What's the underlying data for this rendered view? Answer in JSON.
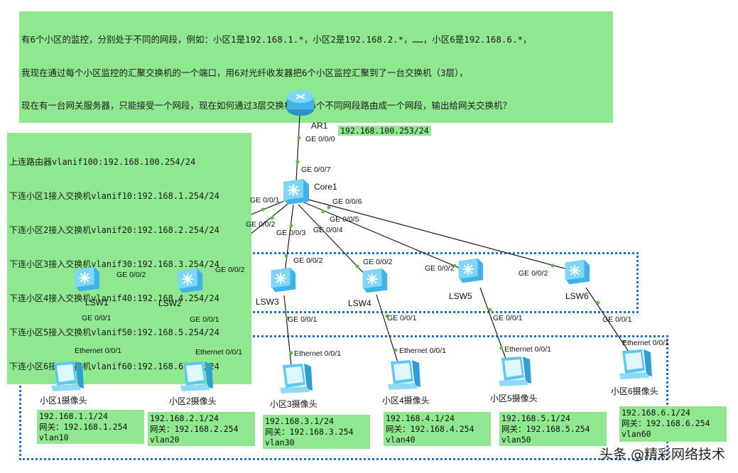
{
  "question": {
    "line1": "有6个小区的监控，分别处于不同的网段，例如：小区1是192.168.1.*，小区2是192.168.2.*，……，小区6是192.168.6.*，",
    "line2": "我现在通过每个小区监控的汇聚交换机的一个端口，用6对光纤收发器把6个小区监控汇聚到了一台交换机（3层），",
    "line3": "现在有一台网关服务器，只能接受一个网段，现在如何通过3层交换机，把6个不同网段路由成一个网段，输出给网关交换机？"
  },
  "core_config": [
    "上连路由器vlanif100:192.168.100.254/24",
    "下连小区1接入交换机vlanif10:192.168.1.254/24",
    "下连小区2接入交换机vlanif20:192.168.2.254/24",
    "下连小区3接入交换机vlanif30:192.168.3.254/24",
    "下连小区4接入交换机vlanif40:192.168.4.254/24",
    "下连小区5接入交换机vlanif50:192.168.5.254/24",
    "下连小区6接入交换机vlanif60:192.168.6.254/24"
  ],
  "router": {
    "name": "AR1",
    "ip": "192.168.100.253/24",
    "port": "GE 0/0/0"
  },
  "core": {
    "name": "Core1",
    "uplink_port": "GE 0/0/7",
    "ports": [
      "GE 0/0/1",
      "GE 0/0/2",
      "GE 0/0/3",
      "GE 0/0/4",
      "GE 0/0/5",
      "GE 0/0/6"
    ]
  },
  "switches": [
    {
      "name": "LSW1",
      "up_port": "GE 0/0/2",
      "down_port": "GE 0/0/1"
    },
    {
      "name": "LSW2",
      "up_port": "GE 0/0/2",
      "down_port": "GE 0/0/1"
    },
    {
      "name": "LSW3",
      "up_port": "GE 0/0/2",
      "down_port": "GE 0/0/1"
    },
    {
      "name": "LSW4",
      "up_port": "GE 0/0/2",
      "down_port": "GE 0/0/1"
    },
    {
      "name": "LSW5",
      "up_port": "GE 0/0/2",
      "down_port": "GE 0/0/1"
    },
    {
      "name": "LSW6",
      "up_port": "GE 0/0/2",
      "down_port": "GE 0/0/1"
    }
  ],
  "cameras": [
    {
      "name": "小区1摄像头",
      "port": "Ethernet 0/0/1",
      "ip": "192.168.1.1/24",
      "gateway": "网关：192.168.1.254",
      "vlan": "vlan10"
    },
    {
      "name": "小区2摄像头",
      "port": "Ethernet 0/0/1",
      "ip": "192.168.2.1/24",
      "gateway": "网关：192.168.2.254",
      "vlan": "vlan20"
    },
    {
      "name": "小区3摄像头",
      "port": "Ethernet 0/0/1",
      "ip": "192.168.3.1/24",
      "gateway": "网关：192.168.3.254",
      "vlan": "vlan30"
    },
    {
      "name": "小区4摄像头",
      "port": "Ethernet 0/0/1",
      "ip": "192.168.4.1/24",
      "gateway": "网关：192.168.4.254",
      "vlan": "vlan40"
    },
    {
      "name": "小区5摄像头",
      "port": "Ethernet 0/0/1",
      "ip": "192.168.5.1/24",
      "gateway": "网关：192.168.5.254",
      "vlan": "vlan50"
    },
    {
      "name": "小区6摄像头",
      "port": "Ethernet 0/0/1",
      "ip": "192.168.6.1/24",
      "gateway": "网关：192.168.6.254",
      "vlan": "vlan60"
    }
  ],
  "watermark": "头条 @精彩网络技术",
  "colors": {
    "note_bg": "#8fe88f",
    "link": "#1a1a1a",
    "dot": "#57c23b",
    "dashed_border": "#1f6fd6",
    "device": "#55c8ee"
  }
}
